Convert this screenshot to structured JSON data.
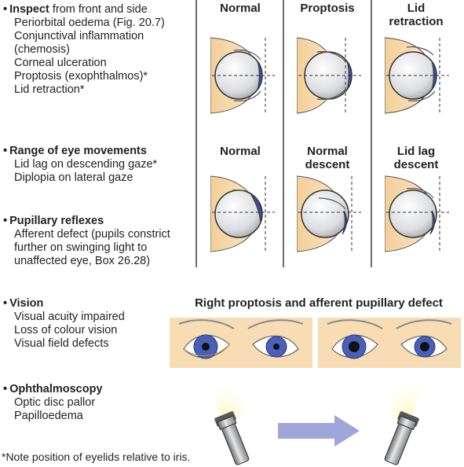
{
  "sections": {
    "inspect": {
      "bullet": "•",
      "heading": "Inspect",
      "heading_rest": " from front and side",
      "items": [
        "Periorbital oedema (Fig. 20.7)",
        "Conjunctival inflammation",
        "(chemosis)",
        "Corneal ulceration",
        "Proptosis (exophthalmos)*",
        "Lid retraction*"
      ]
    },
    "range": {
      "bullet": "•",
      "heading": "Range of eye movements",
      "items": [
        "Lid lag on descending gaze*",
        "Diplopia on lateral gaze"
      ]
    },
    "pupillary": {
      "bullet": "•",
      "heading": "Pupillary reflexes",
      "items": [
        "Afferent defect (pupils constrict",
        "further on swinging light to",
        "unaffected eye, Box 26.28)"
      ]
    },
    "vision": {
      "bullet": "•",
      "heading": "Vision",
      "items": [
        "Visual acuity impaired",
        "Loss of colour vision",
        "Visual field defects"
      ]
    },
    "ophthalmoscopy": {
      "bullet": "•",
      "heading": "Ophthalmoscopy",
      "items": [
        "Optic disc pallor",
        "Papilloedema"
      ]
    }
  },
  "top_row": {
    "titles": [
      [
        "Normal"
      ],
      [
        "Proptosis"
      ],
      [
        "Lid",
        "retraction"
      ]
    ]
  },
  "middle_row": {
    "titles": [
      [
        "Normal"
      ],
      [
        "Normal",
        "descent"
      ],
      [
        "Lid lag",
        "descent"
      ]
    ]
  },
  "caption": "Right proptosis and afferent pupillary defect",
  "footnote": "*Note position of eyelids relative to iris.",
  "colors": {
    "skin": "#f7dcb4",
    "iris": "#4a5fb8",
    "eyeball": "#e8e8ea",
    "light": "#fff3a0",
    "arrow": "#9fa6d9",
    "divider": "#6d6e71"
  },
  "icons": {
    "eye": "eye-side-view-icon",
    "torch": "flashlight-icon",
    "arrow": "arrow-right-icon"
  }
}
